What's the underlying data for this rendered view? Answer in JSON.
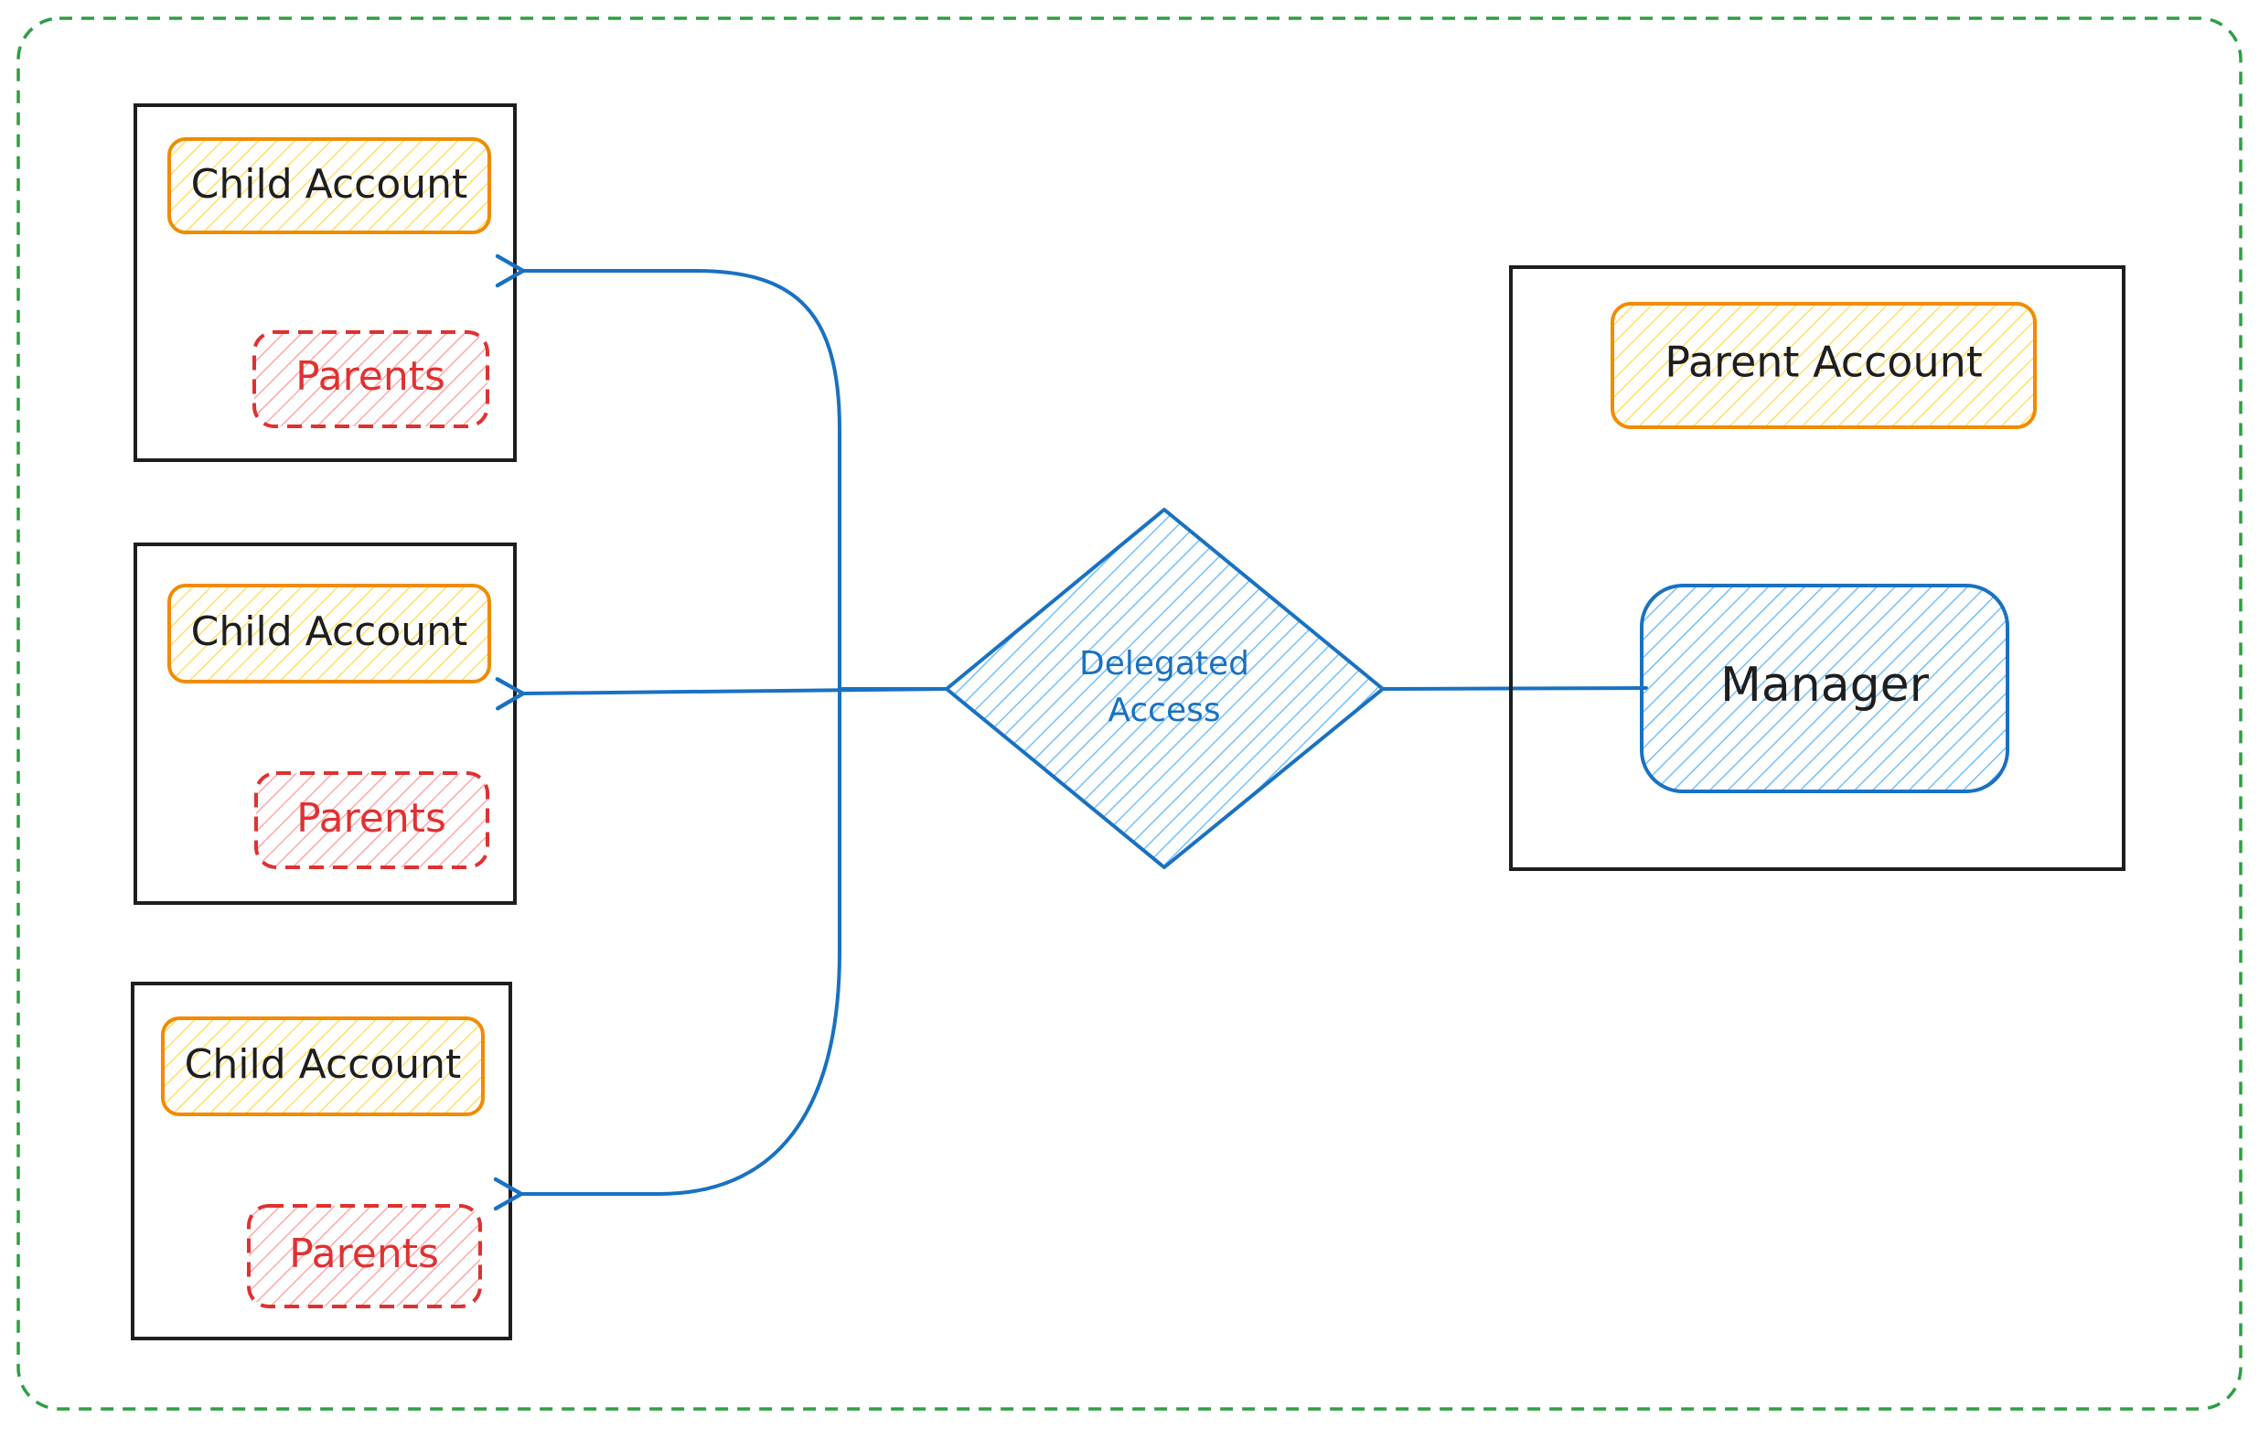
{
  "colors": {
    "frame": "#2f9e44",
    "box_stroke": "#1e1e1e",
    "account_stroke": "#f08c00",
    "account_fill": "#ffec99",
    "parents_stroke": "#e03131",
    "parents_fill": "#ffc9c9",
    "connector": "#1971c2",
    "diamond_fill": "#a5d8ff",
    "manager_fill": "#a5d8ff",
    "text_dark": "#1e1e1e",
    "text_red": "#e03131",
    "text_blue": "#1971c2"
  },
  "children": [
    {
      "account_label": "Child Account",
      "parents_label": "Parents"
    },
    {
      "account_label": "Child Account",
      "parents_label": "Parents"
    },
    {
      "account_label": "Child Account",
      "parents_label": "Parents"
    }
  ],
  "relationship": {
    "line1": "Delegated",
    "line2": "Access"
  },
  "parent": {
    "account_label": "Parent Account",
    "manager_label": "Manager"
  }
}
